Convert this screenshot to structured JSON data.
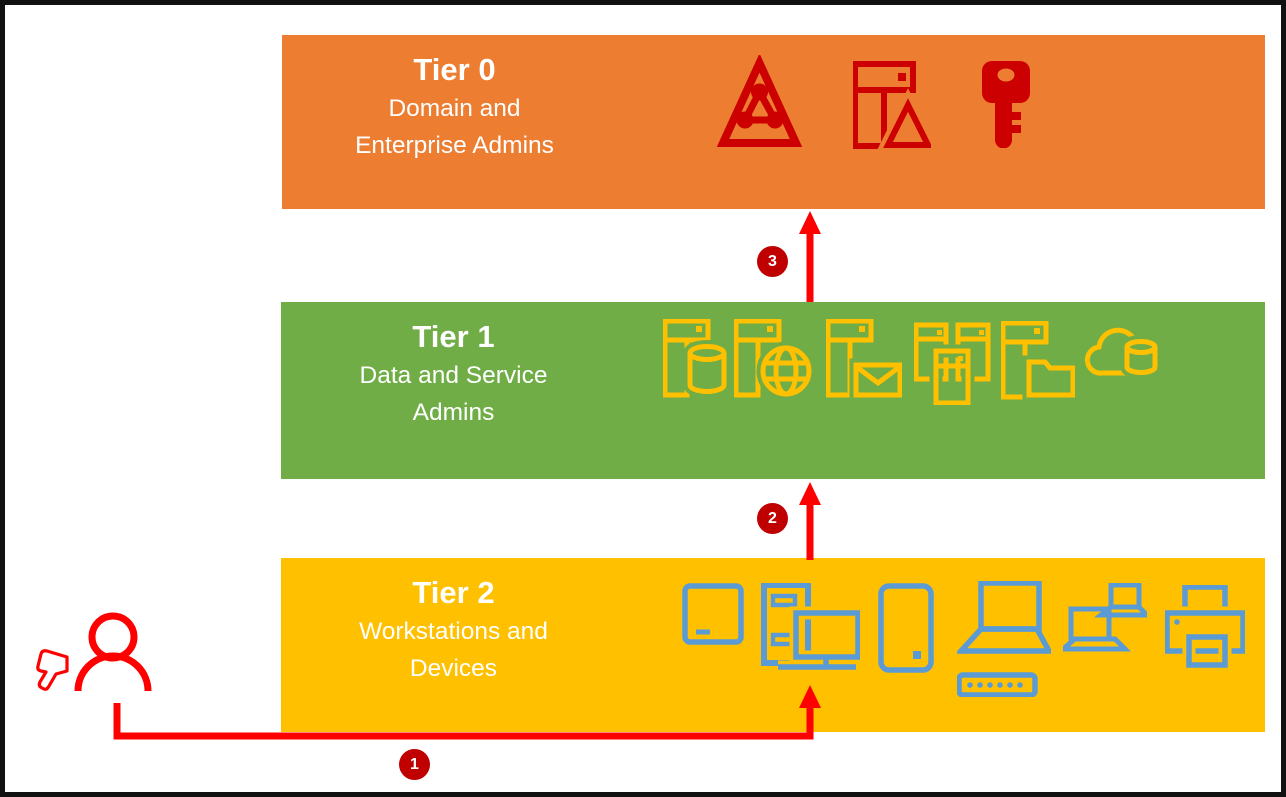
{
  "background_color": "#FFFFFF",
  "border_color": "#111111",
  "tiers": [
    {
      "name": "tier-0",
      "title": "Tier 0",
      "subtitle_lines": [
        "Domain and",
        "Enterprise Admins"
      ],
      "band_color": "#ED7D31",
      "icon_color": "#CC0000",
      "icons": [
        "active-directory",
        "domain-controller-server",
        "credential-key"
      ]
    },
    {
      "name": "tier-1",
      "title": "Tier 1",
      "subtitle_lines": [
        "Data and Service",
        "Admins"
      ],
      "band_color": "#70AD47",
      "icon_color": "#FFC000",
      "icons": [
        "database-server",
        "web-server",
        "mail-server",
        "server-cluster",
        "file-server",
        "cloud-database"
      ]
    },
    {
      "name": "tier-2",
      "title": "Tier 2",
      "subtitle_lines": [
        "Workstations and",
        "Devices"
      ],
      "band_color": "#FFC000",
      "icon_color": "#5B9BD5",
      "icons": [
        "tablet",
        "desktop-pc",
        "mobile-phone",
        "laptop-with-dock",
        "laptops",
        "printer"
      ]
    }
  ],
  "attack_path": {
    "actor_icon": "attacker-user",
    "sentiment_icon": "thumbs-down",
    "arrow_color": "#FF0000",
    "badge_color": "#C00000",
    "steps": [
      {
        "number": "1"
      },
      {
        "number": "2"
      },
      {
        "number": "3"
      }
    ]
  }
}
